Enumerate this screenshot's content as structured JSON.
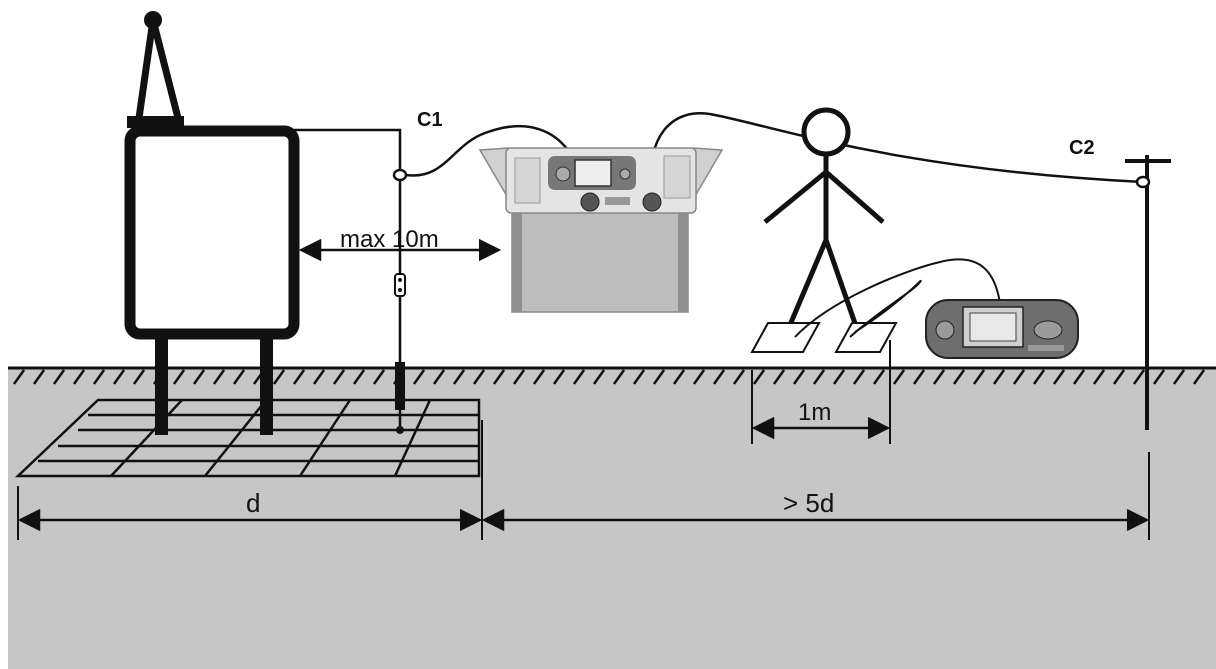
{
  "labels": {
    "c1": "C1",
    "c2": "C2",
    "max_distance": "max 10m",
    "step_distance": "1m",
    "grid_size": "d",
    "probe_distance": "> 5d"
  },
  "colors": {
    "ground": "#c6c6c6",
    "ink": "#111111",
    "instrument_body": "#bdbdbd",
    "instrument_panel": "#e4e4e4",
    "meter_body": "#6e6e6e"
  },
  "icons": [
    "transformer-icon",
    "earth-tester-icon",
    "person-icon",
    "handheld-meter-icon",
    "earth-spike-icon"
  ]
}
